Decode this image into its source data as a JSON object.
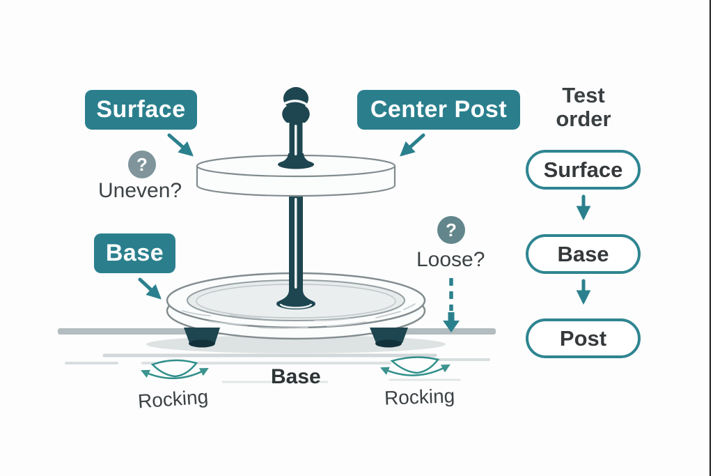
{
  "labels": {
    "surface": "Surface",
    "center_post": "Center Post",
    "base": "Base"
  },
  "questions": {
    "uneven": {
      "icon": "?",
      "text": "Uneven?"
    },
    "loose": {
      "icon": "?",
      "text": "Loose?"
    }
  },
  "captions": {
    "base": "Base",
    "rocking_left": "Rocking",
    "rocking_right": "Rocking"
  },
  "flow": {
    "title": "Test order",
    "steps": [
      {
        "label": "Surface"
      },
      {
        "label": "Base"
      },
      {
        "label": "Post"
      }
    ]
  },
  "colors": {
    "teal_accent": "#2b7f8d",
    "pill_border_teal": "#2e8591",
    "dark_teal_stand": "#1e4650",
    "question_gray": "#7f949b",
    "question_teal_gray": "#62868c",
    "ground_gray": "#b3bcbe",
    "outline_gray": "#828c8f",
    "text_dark": "#3c4245"
  }
}
